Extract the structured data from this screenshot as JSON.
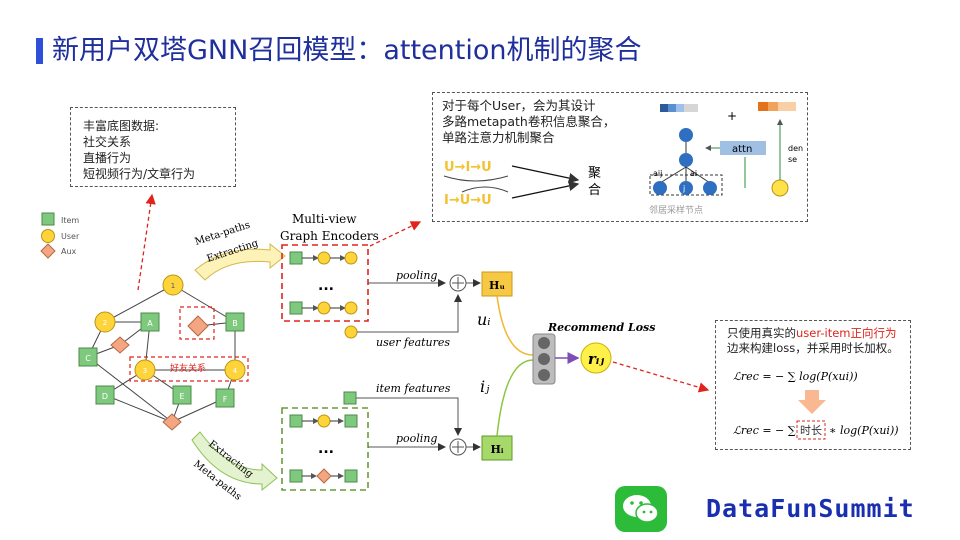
{
  "title": "新用户双塔GNN召回模型：attention机制的聚合",
  "rich_box": {
    "lines": [
      "丰富底图数据:",
      "社交关系",
      "直播行为",
      "短视频行为/文章行为"
    ]
  },
  "legend": {
    "item": "Item",
    "user": "User",
    "aux": "Aux"
  },
  "graph": {
    "nodes": {
      "n1": "1",
      "n2": "2",
      "n3": "3",
      "n4": "4",
      "A": "A",
      "B": "B",
      "C": "C",
      "D": "D",
      "E": "E",
      "F": "F"
    },
    "friend_label": "好友关系"
  },
  "meta_paths_top": "Meta-paths",
  "extracting_top": "Extracting",
  "meta_paths_bottom": "Meta-paths",
  "extracting_bottom": "Extracting",
  "encoder_title_line1": "Multi-view",
  "encoder_title_line2": "Graph Encoders",
  "ellipsis": "...",
  "pooling_top": "pooling",
  "pooling_bottom": "pooling",
  "user_features": "user features",
  "item_features": "item features",
  "hu": "Hᵤ",
  "hi": "Hᵢ",
  "u_i": "uᵢ",
  "i_j": "iⱼ",
  "recommend_loss": "Recommend Loss",
  "r_ij": "rᵢⱼ",
  "meta_box": {
    "lines": [
      "对于每个User，会为其设计",
      "多路metapath卷积信息聚合，",
      "单路注意力机制聚合"
    ],
    "path1": "U→I→U",
    "path2": "I→U→U",
    "aggregate": "聚合",
    "plus": "+",
    "attn": "attn",
    "dense": "dense",
    "aij": "aij",
    "ai": "ai",
    "j": "j",
    "neighbor": "邻居采样节点"
  },
  "loss_box": {
    "line1a": "只使用真实的",
    "line1b": "user-item正向行为",
    "line2": "边来构建loss，并采用时长加权。",
    "formula1": "ℒrec = − ∑ log(P(xui))",
    "formula2_a": "ℒrec = − ∑",
    "formula2_b": "时长",
    "formula2_c": "∗ log(P(xui))"
  },
  "brand": "DataFunSummit",
  "colors": {
    "title": "#1f2f9c",
    "item": "#7fc97f",
    "user": "#ffd43b",
    "aux": "#f4a582",
    "red": "#e0241c",
    "hu_fill": "#f7c843",
    "hi_fill": "#a6d96a",
    "brand": "#1a2fb0"
  }
}
